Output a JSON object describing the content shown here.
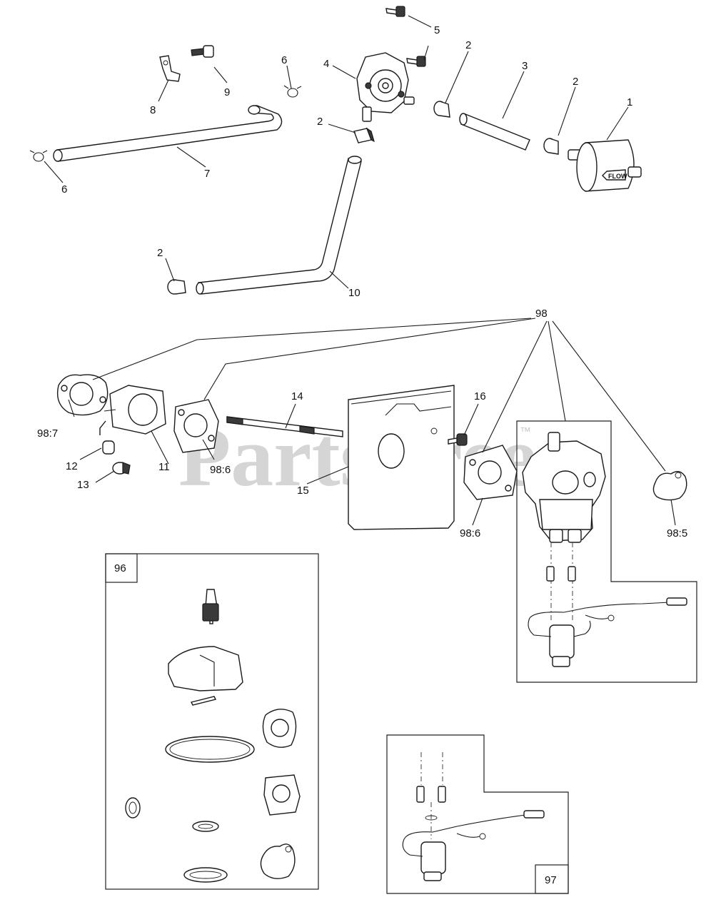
{
  "watermark": {
    "text": "PartsTree",
    "trademark": "™"
  },
  "callouts": [
    {
      "id": "c-5",
      "text": "5"
    },
    {
      "id": "c-4",
      "text": "4"
    },
    {
      "id": "c-2a",
      "text": "2"
    },
    {
      "id": "c-3",
      "text": "3"
    },
    {
      "id": "c-2b",
      "text": "2"
    },
    {
      "id": "c-1",
      "text": "1"
    },
    {
      "id": "c-6a",
      "text": "6"
    },
    {
      "id": "c-9",
      "text": "9"
    },
    {
      "id": "c-8",
      "text": "8"
    },
    {
      "id": "c-2c",
      "text": "2"
    },
    {
      "id": "c-7",
      "text": "7"
    },
    {
      "id": "c-6b",
      "text": "6"
    },
    {
      "id": "c-2d",
      "text": "2"
    },
    {
      "id": "c-10",
      "text": "10"
    },
    {
      "id": "c-98",
      "text": "98"
    },
    {
      "id": "c-98-7",
      "text": "98:7"
    },
    {
      "id": "c-14",
      "text": "14"
    },
    {
      "id": "c-16",
      "text": "16"
    },
    {
      "id": "c-12",
      "text": "12"
    },
    {
      "id": "c-11",
      "text": "11"
    },
    {
      "id": "c-98-6a",
      "text": "98:6"
    },
    {
      "id": "c-13",
      "text": "13"
    },
    {
      "id": "c-15",
      "text": "15"
    },
    {
      "id": "c-98-6b",
      "text": "98:6"
    },
    {
      "id": "c-98-5",
      "text": "98:5"
    }
  ],
  "kits": [
    {
      "id": "kit-96",
      "label": "96"
    },
    {
      "id": "kit-97",
      "label": "97"
    }
  ],
  "colors": {
    "line": "#1a1a1a",
    "watermark": "#c8c8c8",
    "background": "#ffffff"
  }
}
